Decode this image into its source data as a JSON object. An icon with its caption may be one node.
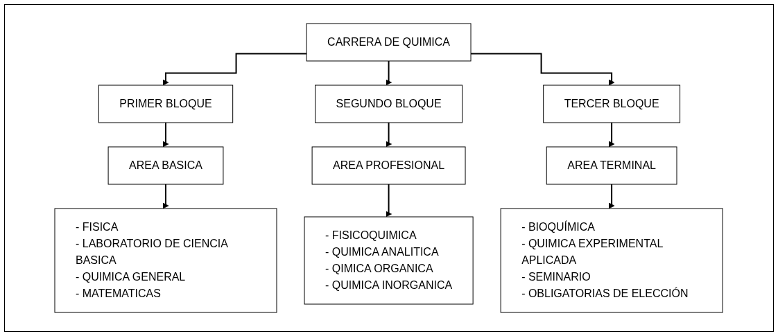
{
  "diagram": {
    "nodes": [
      {
        "text": [
          "CARRERA DE QUIMICA"
        ]
      },
      {
        "text": [
          "PRIMER BLOQUE"
        ]
      },
      {
        "text": [
          "SEGUNDO BLOQUE"
        ]
      },
      {
        "text": [
          "TERCER BLOQUE"
        ]
      },
      {
        "text": [
          "AREA BASICA"
        ]
      },
      {
        "text": [
          "AREA PROFESIONAL"
        ]
      },
      {
        "text": [
          "AREA TERMINAL"
        ]
      },
      {
        "text": [
          "- FISICA",
          "- LABORATORIO DE CIENCIA BASICA",
          "- QUIMICA GENERAL",
          "- MATEMATICAS"
        ]
      },
      {
        "text": [
          "- FISICOQUIMICA",
          "- QUIMICA ANALITICA",
          "- QIMICA ORGANICA",
          "- QUIMICA INORGANICA"
        ]
      },
      {
        "text": [
          "- BIOQUÍMICA",
          "- QUIMICA EXPERIMENTAL APLICADA",
          "- SEMINARIO",
          "- OBLIGATORIAS DE ELECCIÓN"
        ]
      }
    ],
    "edges": [
      {
        "from": 0,
        "to": 1,
        "arrow": "to"
      },
      {
        "from": 0,
        "to": 2,
        "arrow": "to"
      },
      {
        "from": 0,
        "to": 3,
        "arrow": "to"
      },
      {
        "from": 1,
        "to": 4,
        "arrow": "to"
      },
      {
        "from": 2,
        "to": 5,
        "arrow": "to"
      },
      {
        "from": 3,
        "to": 6,
        "arrow": "to"
      },
      {
        "from": 4,
        "to": 7,
        "arrow": "to"
      },
      {
        "from": 5,
        "to": 8,
        "arrow": "to"
      },
      {
        "from": 6,
        "to": 9,
        "arrow": "to"
      }
    ]
  }
}
